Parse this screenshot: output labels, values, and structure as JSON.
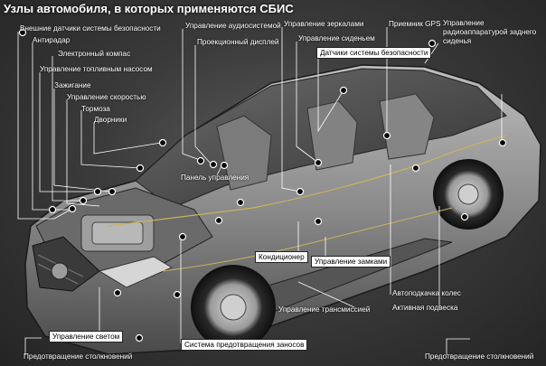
{
  "title": "Узлы автомобиля, в которых  применяются СБИС",
  "labels": {
    "external_sensors": "Внешние датчики системы безопасности",
    "antiradar": "Антирадар",
    "compass": "Электронный компас",
    "fuel_pump": "Управление топливным насосом",
    "ignition": "Зажигание",
    "speed": "Управление скоростью",
    "brakes": "Тормоза",
    "wipers": "Дворники",
    "audio": "Управление аудиосистемой",
    "projection": "Проекционный дисплей",
    "mirrors": "Управление зеркалами",
    "seat": "Управление сиденьем",
    "gps": "Приемник GPS",
    "rear_seat_radio": "Управление радиоаппаратурой заднего сиденья",
    "safety_sensors": "Датчики системы безопасности",
    "control_panel": "Панель управления",
    "ac": "Кондиционер",
    "locks": "Управление замками",
    "auto_pump": "Автоподкачка колес",
    "active_suspension": "Активная подвеска",
    "transmission": "Управление трансмиссией",
    "lights": "Управление светом",
    "skid": "Система предотвращения заносов",
    "collision_front": "Предотвращение столкновений",
    "collision_rear": "Предотвращение столкновений"
  },
  "colors": {
    "background": "#3b3b3b",
    "label_text": "#ffffff",
    "leader_line": "#ffffff",
    "callout_dot": "#000000",
    "box_fill": "#ffffff",
    "box_text": "#000000"
  }
}
